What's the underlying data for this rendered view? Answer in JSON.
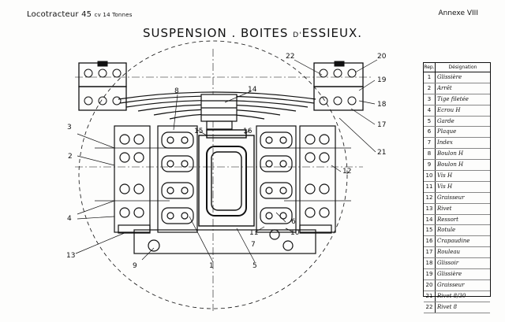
{
  "header": {
    "left_main": "Locotracteur 45",
    "left_sub": "cv 14 Tonnes",
    "right": "Annexe VIII"
  },
  "title": {
    "main": "SUSPENSION . BOITES",
    "small": "D'",
    "end": "ESSIEUX."
  },
  "legend": {
    "header_rep": "Rep.",
    "header_designation": "Désignation",
    "items": [
      {
        "num": "1",
        "label": "Glissière"
      },
      {
        "num": "2",
        "label": "Arrêt"
      },
      {
        "num": "3",
        "label": "Tige filetée"
      },
      {
        "num": "4",
        "label": "Ecrou H"
      },
      {
        "num": "5",
        "label": "Garde"
      },
      {
        "num": "6",
        "label": "Plaque"
      },
      {
        "num": "7",
        "label": "Index"
      },
      {
        "num": "8",
        "label": "Boulon H"
      },
      {
        "num": "9",
        "label": "Boulon H"
      },
      {
        "num": "10",
        "label": "Vis H"
      },
      {
        "num": "11",
        "label": "Vis H"
      },
      {
        "num": "12",
        "label": "Graisseur"
      },
      {
        "num": "13",
        "label": "Rivet"
      },
      {
        "num": "14",
        "label": "Ressort"
      },
      {
        "num": "15",
        "label": "Rotule"
      },
      {
        "num": "16",
        "label": "Crapaudine"
      },
      {
        "num": "17",
        "label": "Rouleau"
      },
      {
        "num": "18",
        "label": "Glissoir"
      },
      {
        "num": "19",
        "label": "Glissière"
      },
      {
        "num": "20",
        "label": "Graisseur"
      },
      {
        "num": "21",
        "label": "Rivet 8/30"
      },
      {
        "num": "22",
        "label": "Rivet 8"
      }
    ]
  },
  "callouts": {
    "c1": "1",
    "c2": "2",
    "c3": "3",
    "c4": "4",
    "c5": "5",
    "c6": "6",
    "c7": "7",
    "c8": "8",
    "c9": "9",
    "c10": "10",
    "c11": "11",
    "c12": "12",
    "c13": "13",
    "c14": "14",
    "c15": "15",
    "c16": "16",
    "c17": "17",
    "c18": "18",
    "c19": "19",
    "c20": "20",
    "c21": "21",
    "c22": "22"
  }
}
